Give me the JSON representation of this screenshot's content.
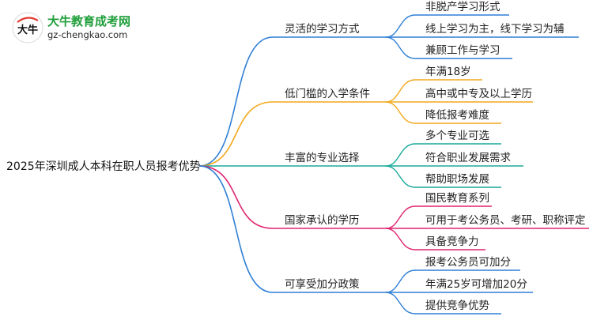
{
  "logo": {
    "title": "大牛教育成考网",
    "url": "gz-chengkao.com",
    "mark_text": "大牛"
  },
  "root": "2025年深圳成人本科在职人员报考优势",
  "branches": [
    {
      "label": "灵活的学习方式",
      "color": "#2f7fd6",
      "children": [
        "非脱产学习形式",
        "线上学习为主，线下学习为辅",
        "兼顾工作与学习"
      ]
    },
    {
      "label": "低门槛的入学条件",
      "color": "#f2a81d",
      "children": [
        "年满18岁",
        "高中或中专及以上学历",
        "降低报考难度"
      ]
    },
    {
      "label": "丰富的专业选择",
      "color": "#19a99a",
      "children": [
        "多个专业可选",
        "符合职业发展需求",
        "帮助职场发展"
      ]
    },
    {
      "label": "国家承认的学历",
      "color": "#e0236e",
      "children": [
        "国民教育系列",
        "可用于考公务员、考研、职称评定",
        "具备竞争力"
      ]
    },
    {
      "label": "可享受加分政策",
      "color": "#2f7fd6",
      "children": [
        "报考公务员可加分",
        "年满25岁可增加20分",
        "提供竞争优势"
      ]
    }
  ]
}
